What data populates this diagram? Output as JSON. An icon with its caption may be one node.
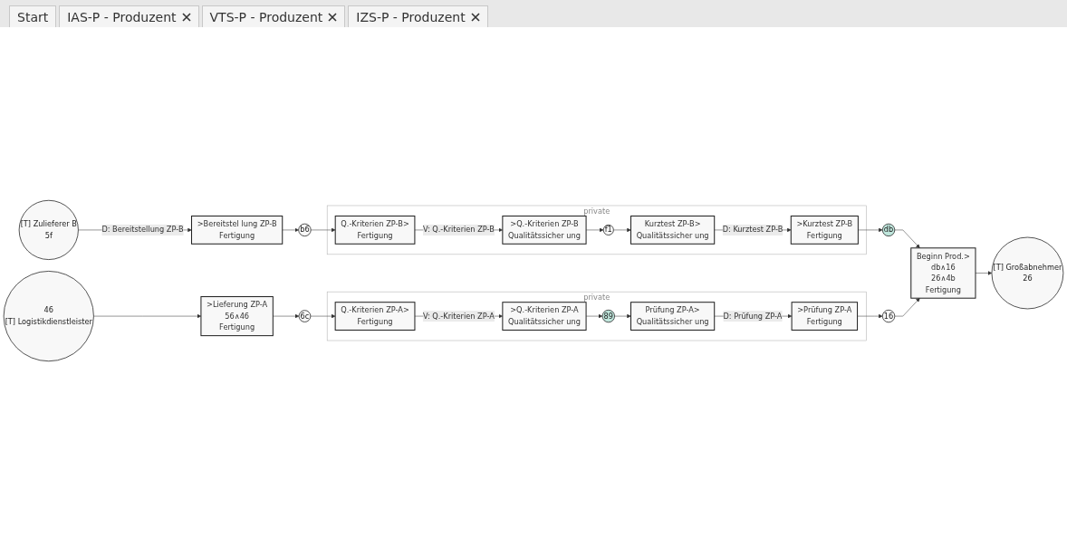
{
  "diagram": {
    "nodes": [
      {
        "text": [
          ">Lieferung ZP-A",
          "56∧46",
          "Fertigung"
        ]
      },
      {
        "text": [
          "6c"
        ]
      },
      {
        "text": [
          "private"
        ]
      },
      {
        "text": [
          "Q.-Kriterien ZP-A>",
          "Fertigung"
        ],
        "in": 2
      },
      {
        "text": [
          ">Prüfung ZP-A",
          "Fertigung"
        ],
        "in": 2
      },
      {
        "text": [
          ">Q.-Kriterien ZP-A",
          "Qualitätssicher ung"
        ],
        "in": 2
      },
      {
        "text": [
          "89"
        ],
        "in": 2
      },
      {
        "text": [
          "Prüfung ZP-A>",
          "Qualitätssicher ung"
        ],
        "in": 2
      },
      {
        "text": [
          "46",
          "[T] Logistikdienstleister"
        ]
      },
      {
        "text": [
          "[T] Zulieferer B",
          "5f"
        ]
      },
      {
        "text": [
          ">Bereitstel lung ZP-B",
          "Fertigung"
        ]
      },
      {
        "text": [
          "b6"
        ]
      },
      {
        "text": [
          "private"
        ]
      },
      {
        "text": [
          "Q.-Kriterien ZP-B>",
          "Fertigung"
        ],
        "in": 12
      },
      {
        "text": [
          ">Kurztest ZP-B",
          "Fertigung"
        ],
        "in": 12
      },
      {
        "text": [
          ">Q.-Kriterien ZP-B",
          "Qualitätssicher ung"
        ],
        "in": 12
      },
      {
        "text": [
          "f1"
        ],
        "in": 12
      },
      {
        "text": [
          "Kurztest ZP-B>",
          "Qualitätssicher ung"
        ],
        "in": 12
      },
      {
        "text": [
          "db"
        ]
      },
      {
        "text": [
          "Beginn Prod.>",
          "db∧16",
          "26∧4b",
          "Fertigung"
        ]
      },
      {
        "text": [
          "16"
        ]
      },
      {
        "text": [
          "[T] Großabnehmer",
          "26"
        ]
      }
    ],
    "edges": [
      {
        "from": 0,
        "to": 1,
        "arrow": "to"
      },
      {
        "from": 1,
        "to": 3,
        "arrow": "to"
      },
      {
        "from": 3,
        "to": 5,
        "arrow": "to",
        "label": "V: Q.-Kriterien ZP-A"
      },
      {
        "from": 5,
        "to": 6,
        "arrow": "to"
      },
      {
        "from": 6,
        "to": 7,
        "arrow": "to"
      },
      {
        "from": 7,
        "to": 4,
        "arrow": "to",
        "label": "D: Prüfung ZP-A"
      },
      {
        "from": 4,
        "to": 20,
        "arrow": "to"
      },
      {
        "from": 8,
        "to": 0,
        "arrow": "to"
      },
      {
        "from": 9,
        "to": 10,
        "arrow": "to",
        "label": "D: Bereitstellung ZP-B"
      },
      {
        "from": 10,
        "to": 11,
        "arrow": "to"
      },
      {
        "from": 11,
        "to": 13,
        "arrow": "to"
      },
      {
        "from": 13,
        "to": 15,
        "arrow": "to",
        "label": "V: Q.-Kriterien ZP-B"
      },
      {
        "from": 15,
        "to": 16,
        "arrow": "to"
      },
      {
        "from": 16,
        "to": 17,
        "arrow": "to"
      },
      {
        "from": 17,
        "to": 14,
        "arrow": "to",
        "label": "D: Kurztest ZP-B"
      },
      {
        "from": 14,
        "to": 18,
        "arrow": "to"
      },
      {
        "from": 18,
        "to": 19,
        "arrow": "to"
      },
      {
        "from": 20,
        "to": 19,
        "arrow": "to"
      },
      {
        "from": 19,
        "to": 21,
        "arrow": "to"
      }
    ],
    "labels": [
      "Start",
      "IAS-P - Produzent",
      "VTS-P - Produzent",
      "IZS-P - Produzent"
    ]
  }
}
